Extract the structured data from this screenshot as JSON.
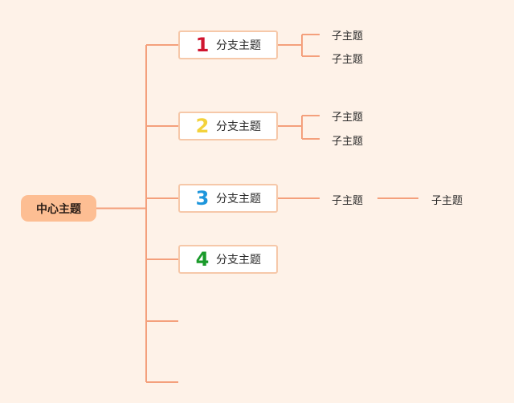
{
  "central": {
    "label": "中心主题"
  },
  "branches": [
    {
      "number": "1",
      "label": "分支主题",
      "number_color": "#d0152f",
      "subtopics": [
        {
          "label": "子主题"
        },
        {
          "label": "子主题"
        }
      ]
    },
    {
      "number": "2",
      "label": "分支主题",
      "number_color": "#f3d23b",
      "subtopics": [
        {
          "label": "子主题"
        },
        {
          "label": "子主题"
        }
      ]
    },
    {
      "number": "3",
      "label": "分支主题",
      "number_color": "#1e96dc",
      "subtopics": [
        {
          "label": "子主题",
          "child": {
            "label": "子主题"
          }
        }
      ]
    },
    {
      "number": "4",
      "label": "分支主题",
      "number_color": "#1a9a2a",
      "subtopics": []
    }
  ],
  "colors": {
    "background": "#fef2e8",
    "central_fill": "#fdbe93",
    "connector": "#f4a07c",
    "branch_border": "#f6c8a9"
  }
}
